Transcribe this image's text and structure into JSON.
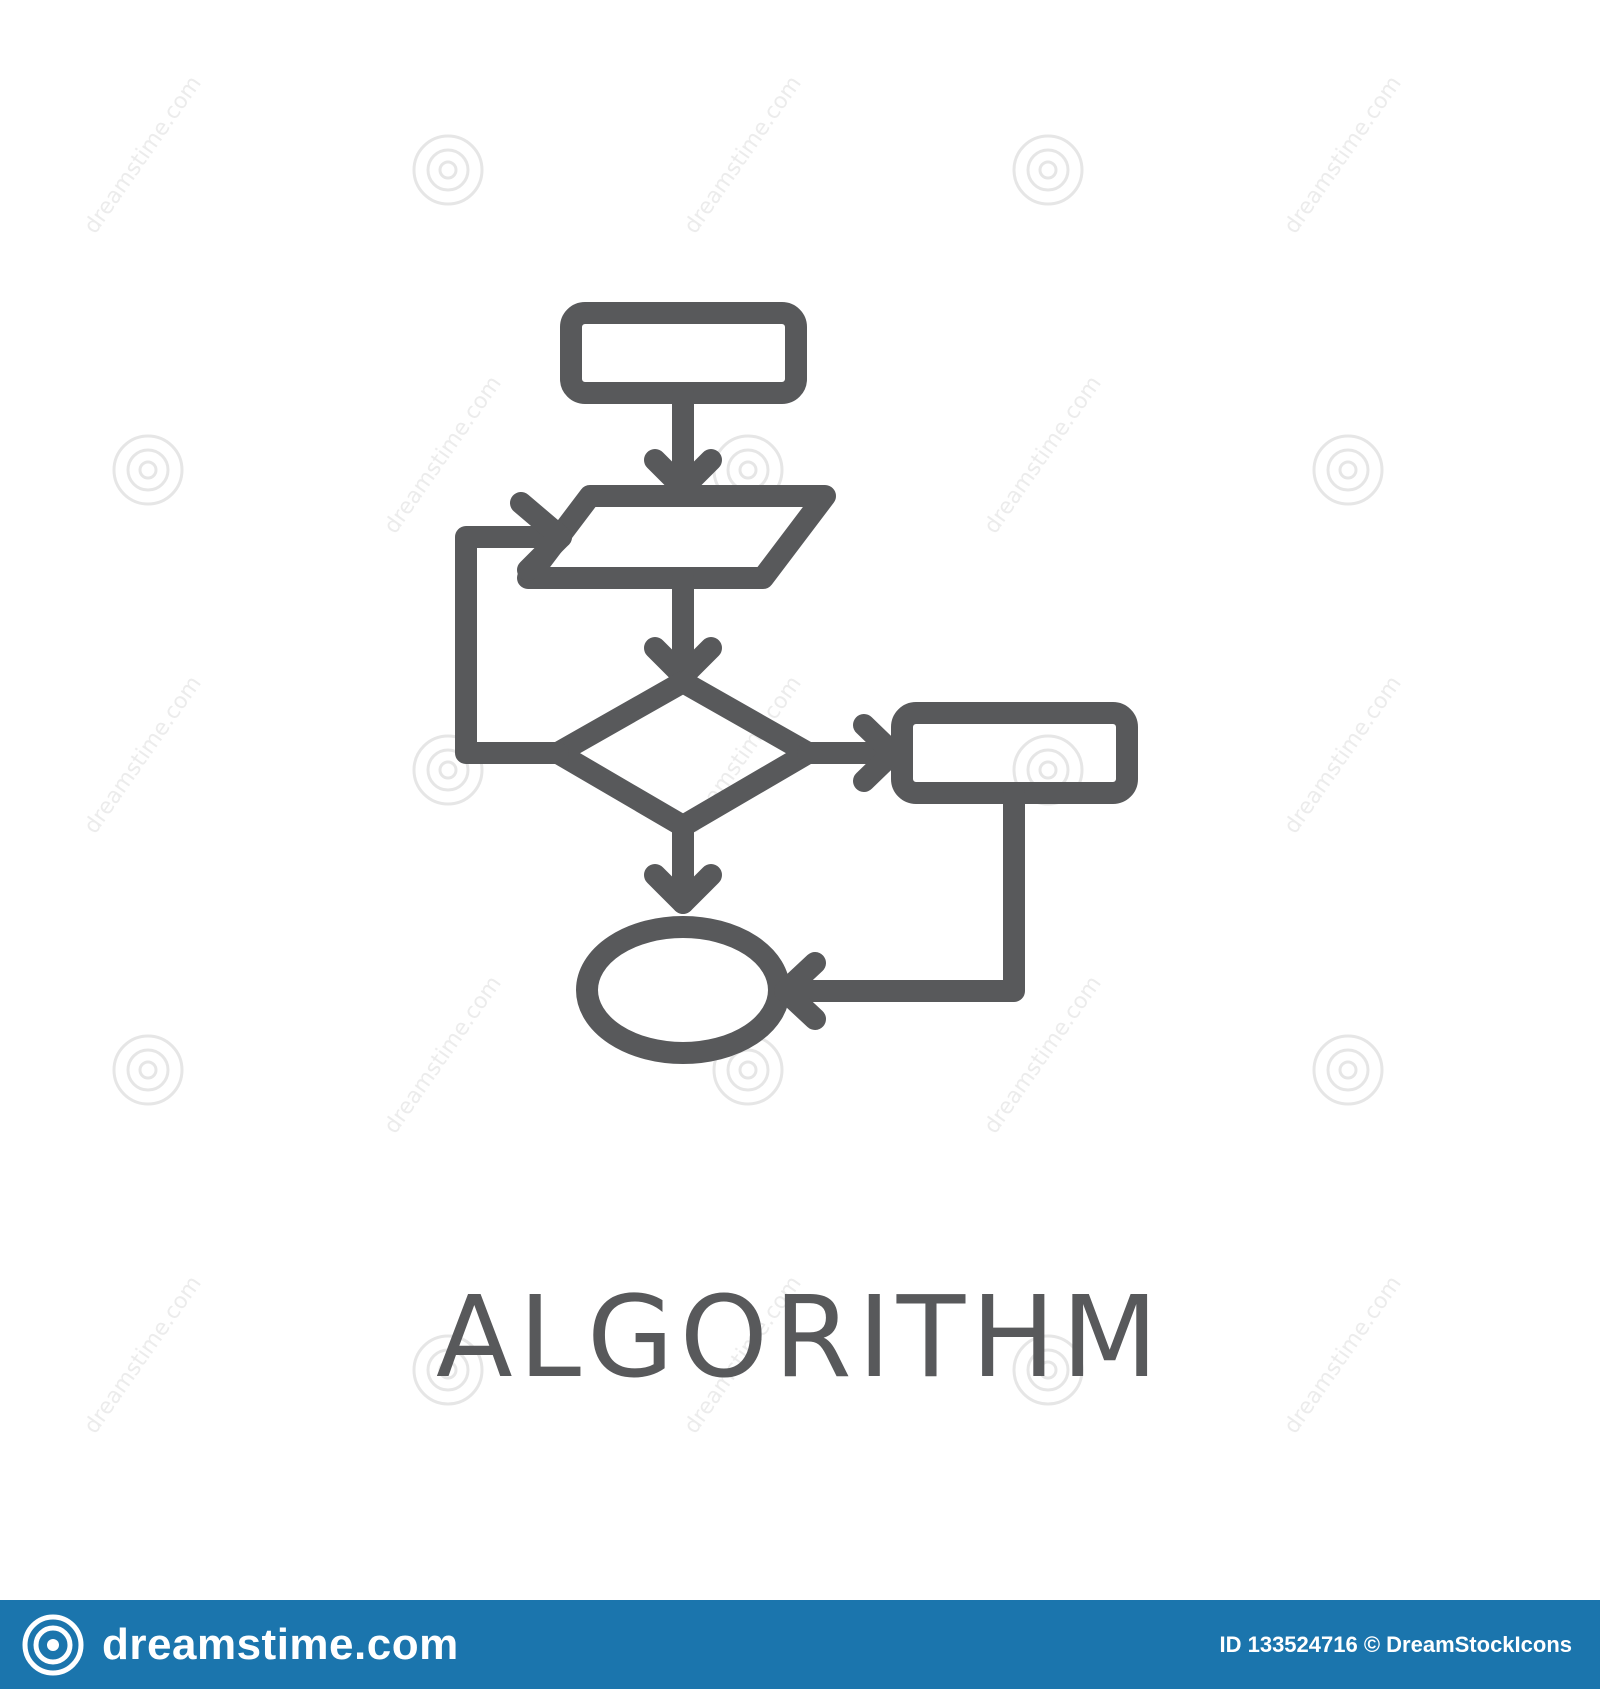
{
  "caption": "ALGORITHM",
  "icon": {
    "name": "flowchart-icon",
    "stroke_color": "#58595b"
  },
  "watermark": {
    "text": "dreamstime.com",
    "icon": "dreamstime-swirl-icon"
  },
  "footer": {
    "background": "#1b75ad",
    "logo_icon": "dreamstime-swirl-icon",
    "brand": "dreamstime.com",
    "stock_id": "ID 133524716 © DreamStockIcons"
  }
}
